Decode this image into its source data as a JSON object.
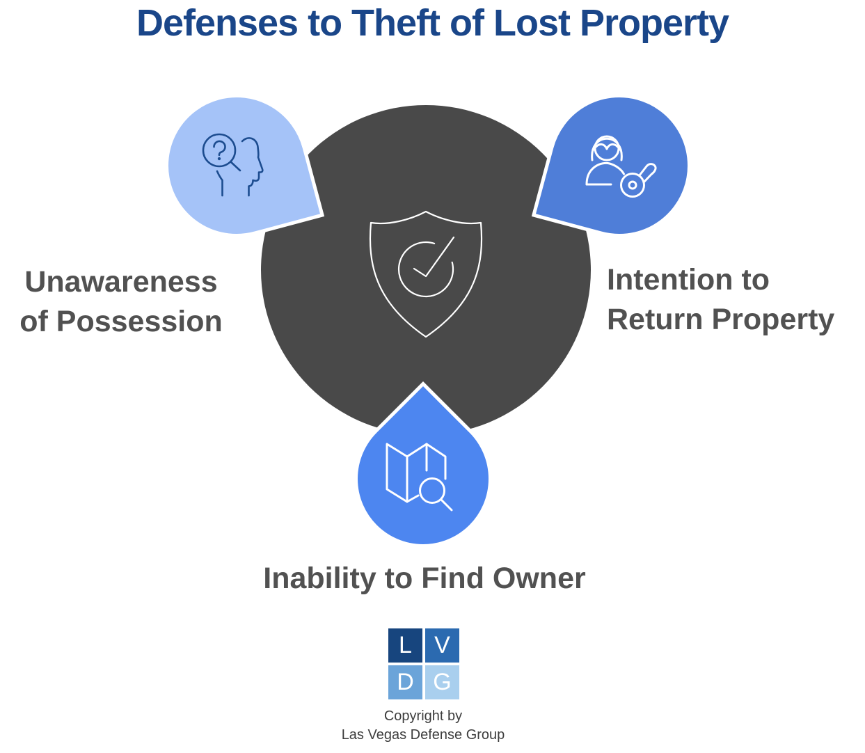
{
  "title": "Defenses to Theft of Lost Property",
  "center": {
    "icon": "shield-check"
  },
  "defenses": [
    {
      "id": "unawareness-of-possession",
      "label_line1": "Unawareness",
      "label_line2": "of Possession",
      "icon": "head-question-magnifier",
      "bubble_color": "#a5c3f8"
    },
    {
      "id": "intention-to-return-property",
      "label_line1": "Intention to",
      "label_line2": "Return Property",
      "icon": "person-key",
      "bubble_color": "#4f7ed8"
    },
    {
      "id": "inability-to-find-owner",
      "label": "Inability to Find Owner",
      "icon": "map-magnifier",
      "bubble_color": "#4d86f0"
    }
  ],
  "footer": {
    "logo_letters": [
      "L",
      "V",
      "D",
      "G"
    ],
    "copyright_line1": "Copyright by",
    "copyright_line2": "Las Vegas Defense Group"
  },
  "colors": {
    "title_text": "#1a4689",
    "label_text": "#515151",
    "center_circle": "#494949",
    "bubble_light": "#a5c3f8",
    "bubble_medium": "#4f7ed8",
    "bubble_bright": "#4d86f0",
    "icon_stroke_navy": "#1c4c8f",
    "icon_stroke_white": "#ffffff",
    "logo_l_bg": "#17457e",
    "logo_v_bg": "#2b6ab0",
    "logo_d_bg": "#6ba4d9",
    "logo_g_bg": "#a9cfee",
    "copyright_text": "#3d3d3d",
    "background": "#ffffff"
  }
}
